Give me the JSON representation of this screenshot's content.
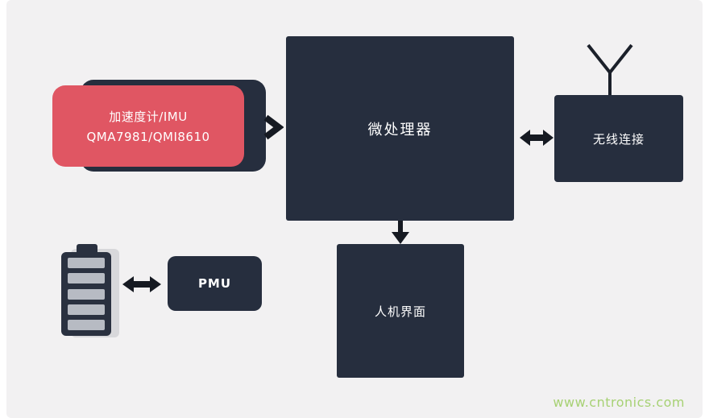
{
  "diagram": {
    "imu": {
      "line1": "加速度计/IMU",
      "line2": "QMA7981/QMI8610"
    },
    "mcu": {
      "label": "微处理器"
    },
    "wireless": {
      "label": "无线连接"
    },
    "hmi": {
      "label": "人机界面"
    },
    "pmu": {
      "label": "PMU"
    },
    "watermark": "www.cntronics.com",
    "icons": [
      "battery-icon",
      "antenna-icon",
      "arrow-right-icon",
      "double-arrow-icon",
      "arrow-down-icon"
    ],
    "colors": {
      "block_dark": "#262e3e",
      "imu_red": "#e05663",
      "background": "#f2f1f2",
      "arrow": "#161a22",
      "battery_stripe": "#b7bbc3",
      "watermark_green": "#9acb5e"
    }
  }
}
